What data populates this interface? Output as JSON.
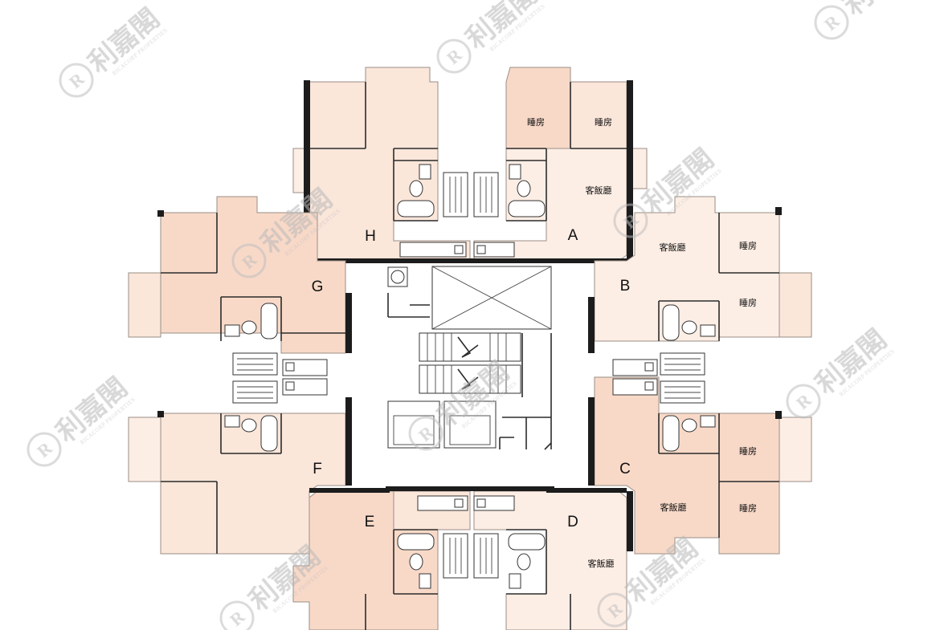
{
  "units": {
    "a": "A",
    "b": "B",
    "c": "C",
    "d": "D",
    "e": "E",
    "f": "F",
    "g": "G",
    "h": "H"
  },
  "rooms": {
    "a_bed_1": "睡房",
    "a_bed_2": "睡房",
    "a_living": "客飯廳",
    "b_living": "客飯廳",
    "b_bed_1": "睡房",
    "b_bed_2": "睡房",
    "c_bed_1": "睡房",
    "c_living": "客飯廳",
    "c_bed_2": "睡房",
    "d_living": "客飯廳"
  },
  "watermark": {
    "brand": "利嘉閣",
    "sub": "RICACORP PROPERTIES",
    "logo_letter": "R"
  },
  "colors": {
    "unit_fill_dark": "#f8d9c8",
    "unit_fill_mid": "#fbe6da",
    "unit_fill_light": "#fdeee5",
    "wall": "#1c1c1c",
    "core_background": "#ffffff"
  }
}
